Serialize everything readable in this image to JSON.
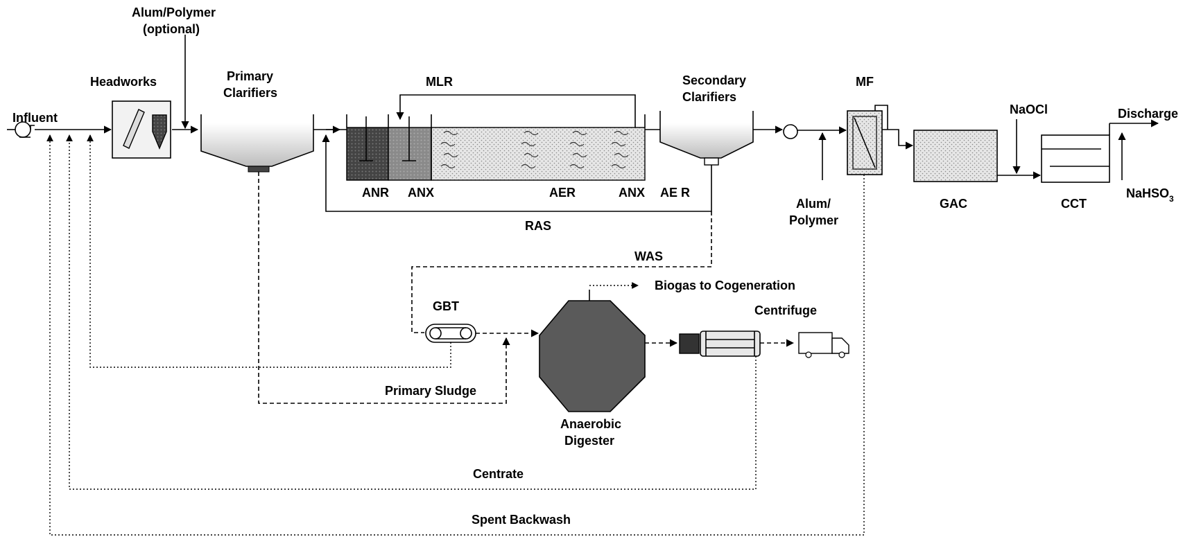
{
  "labels": {
    "influent": "Influent",
    "alum_polymer_top_1": "Alum/Polymer",
    "alum_polymer_top_2": "(optional)",
    "headworks": "Headworks",
    "primary_clarifiers_1": "Primary",
    "primary_clarifiers_2": "Clarifiers",
    "mlr": "MLR",
    "secondary_clarifiers_1": "Secondary",
    "secondary_clarifiers_2": "Clarifiers",
    "mf": "MF",
    "naocl": "NaOCl",
    "discharge": "Discharge",
    "anr": "ANR",
    "anx_1": "ANX",
    "aer_1": "AER",
    "anx_2": "ANX",
    "aer_2": "AE R",
    "alum_polymer_bottom_1": "Alum/",
    "alum_polymer_bottom_2": "Polymer",
    "gac": "GAC",
    "cct": "CCT",
    "nahso3": "NaHSO",
    "nahso3_sub": "3",
    "ras": "RAS",
    "was": "WAS",
    "biogas": "Biogas to Cogeneration",
    "gbt": "GBT",
    "centrifuge": "Centrifuge",
    "primary_sludge": "Primary Sludge",
    "anaerobic_digester_1": "Anaerobic",
    "anaerobic_digester_2": "Digester",
    "centrate": "Centrate",
    "spent_backwash": "Spent Backwash"
  },
  "colors": {
    "line": "#000000",
    "tank_light": "#d0d0d0",
    "tank_dark": "#555555",
    "digester": "#5a5a5a"
  }
}
